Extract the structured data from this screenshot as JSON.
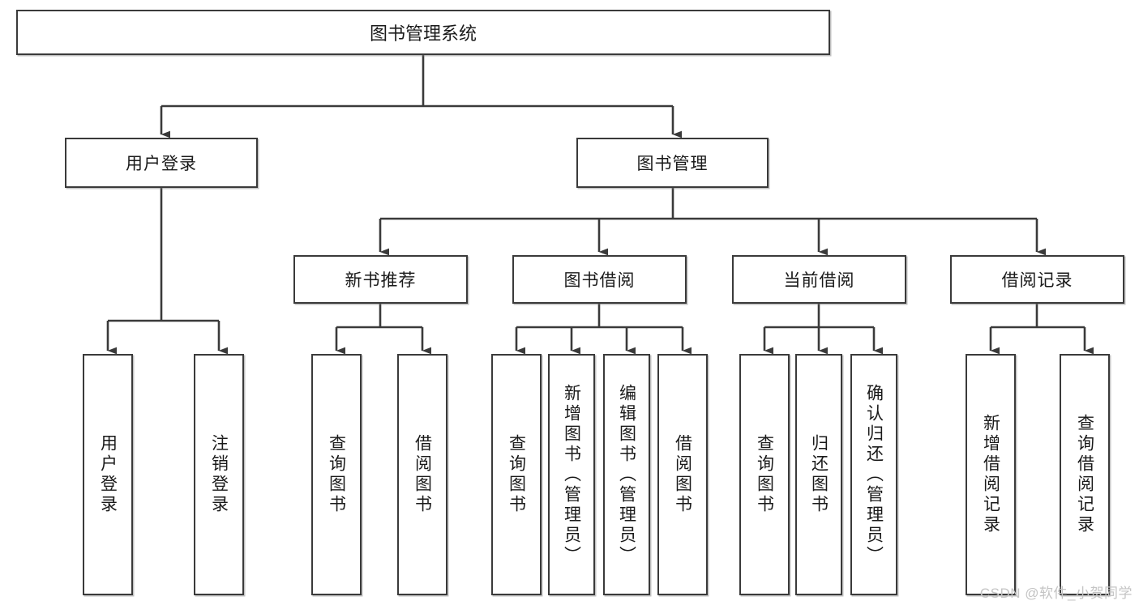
{
  "diagram": {
    "type": "tree-hierarchy-flowchart",
    "title": "图书管理系统",
    "orientation": "top-down",
    "colors": {
      "stroke": "#3a3a3a",
      "fill": "#ffffff",
      "text": "#1a1a1a",
      "watermark": "#c4c4c4"
    },
    "nodes": {
      "root": {
        "id": "root",
        "label": "图书管理系统",
        "level": 0
      },
      "level1": [
        {
          "id": "user-login",
          "label": "用户登录",
          "level": 1
        },
        {
          "id": "book-management",
          "label": "图书管理",
          "level": 1
        }
      ],
      "level2": [
        {
          "id": "new-book-recommend",
          "label": "新书推荐",
          "level": 2,
          "parent": "book-management"
        },
        {
          "id": "book-borrow",
          "label": "图书借阅",
          "level": 2,
          "parent": "book-management"
        },
        {
          "id": "current-borrow",
          "label": "当前借阅",
          "level": 2,
          "parent": "book-management"
        },
        {
          "id": "borrow-record",
          "label": "借阅记录",
          "level": 2,
          "parent": "book-management"
        }
      ],
      "leaves": [
        {
          "id": "leaf-user-login",
          "label": "用户登录",
          "parent": "user-login"
        },
        {
          "id": "leaf-logout-login",
          "label": "注销登录",
          "parent": "user-login"
        },
        {
          "id": "leaf-query-book-1",
          "label": "查询图书",
          "parent": "new-book-recommend"
        },
        {
          "id": "leaf-borrow-book-1",
          "label": "借阅图书",
          "parent": "new-book-recommend"
        },
        {
          "id": "leaf-query-book-2",
          "label": "查询图书",
          "parent": "book-borrow"
        },
        {
          "id": "leaf-add-book",
          "label": "新增图书（管理员）",
          "parent": "book-borrow"
        },
        {
          "id": "leaf-edit-book",
          "label": "编辑图书（管理员）",
          "parent": "book-borrow"
        },
        {
          "id": "leaf-borrow-book-2",
          "label": "借阅图书",
          "parent": "book-borrow"
        },
        {
          "id": "leaf-query-book-3",
          "label": "查询图书",
          "parent": "current-borrow"
        },
        {
          "id": "leaf-return-book",
          "label": "归还图书",
          "parent": "current-borrow"
        },
        {
          "id": "leaf-confirm-return",
          "label": "确认归还（管理员）",
          "parent": "current-borrow"
        },
        {
          "id": "leaf-add-record",
          "label": "新增借阅记录",
          "parent": "borrow-record"
        },
        {
          "id": "leaf-query-record",
          "label": "查询借阅记录",
          "parent": "borrow-record"
        }
      ]
    },
    "watermark": "CSDN @软件_小贺同学"
  }
}
